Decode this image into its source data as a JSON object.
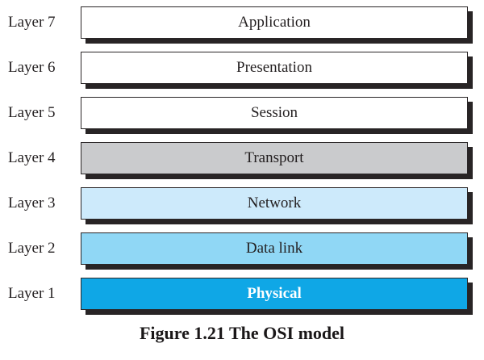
{
  "figure": {
    "caption": "Figure 1.21 The OSI model",
    "colors": {
      "border": "#2a2627",
      "shadow": "#282425",
      "default_text": "#231f20",
      "white_fill": "#ffffff",
      "transport_gray": "#cacbcd",
      "network_blue": "#cdeafb",
      "datalink_blue": "#90d7f5",
      "physical_blue": "#0fa7e6"
    },
    "layers": [
      {
        "label": "Layer 7",
        "name": "Application",
        "fill": "#ffffff",
        "text_color": "#231f20",
        "bold": false
      },
      {
        "label": "Layer 6",
        "name": "Presentation",
        "fill": "#ffffff",
        "text_color": "#231f20",
        "bold": false
      },
      {
        "label": "Layer 5",
        "name": "Session",
        "fill": "#ffffff",
        "text_color": "#231f20",
        "bold": false
      },
      {
        "label": "Layer 4",
        "name": "Transport",
        "fill": "#cacbcd",
        "text_color": "#231f20",
        "bold": false
      },
      {
        "label": "Layer 3",
        "name": "Network",
        "fill": "#cdeafb",
        "text_color": "#231f20",
        "bold": false
      },
      {
        "label": "Layer 2",
        "name": "Data link",
        "fill": "#90d7f5",
        "text_color": "#231f20",
        "bold": false
      },
      {
        "label": "Layer 1",
        "name": "Physical",
        "fill": "#0fa7e6",
        "text_color": "#ffffff",
        "bold": true
      }
    ]
  }
}
